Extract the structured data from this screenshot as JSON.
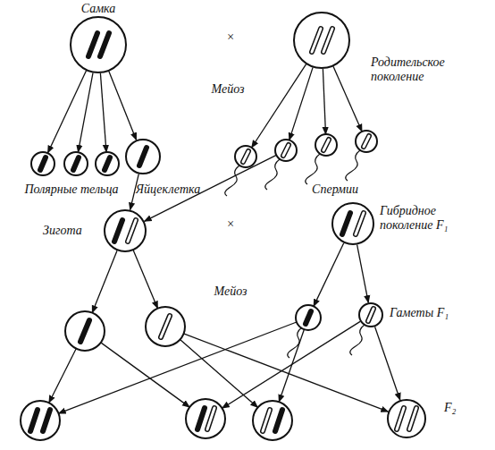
{
  "diagram": {
    "nodes": [
      {
        "text": [
          "Самка"
        ]
      },
      {
        "text": [
          "Родительское поколение"
        ]
      },
      {
        "text": [
          "Яйцеклетка"
        ]
      },
      {
        "text": [
          "Зигота"
        ]
      },
      {
        "text": [
          "Гибридное поколение F₁"
        ]
      },
      {
        "text": [
          "Гаметы F₁"
        ]
      },
      {
        "text": [
          "F₂"
        ]
      }
    ],
    "edges": [
      {
        "from": 0,
        "to": 2,
        "arrow": "to"
      },
      {
        "from": 2,
        "to": 3,
        "arrow": "to"
      },
      {
        "from": 4,
        "to": 5,
        "arrow": "to"
      },
      {
        "from": 5,
        "to": 6,
        "arrow": "to"
      }
    ],
    "labels": [
      "×",
      "Мейоз",
      "Полярные тельца",
      "Спермии",
      "×",
      "Мейоз"
    ]
  }
}
